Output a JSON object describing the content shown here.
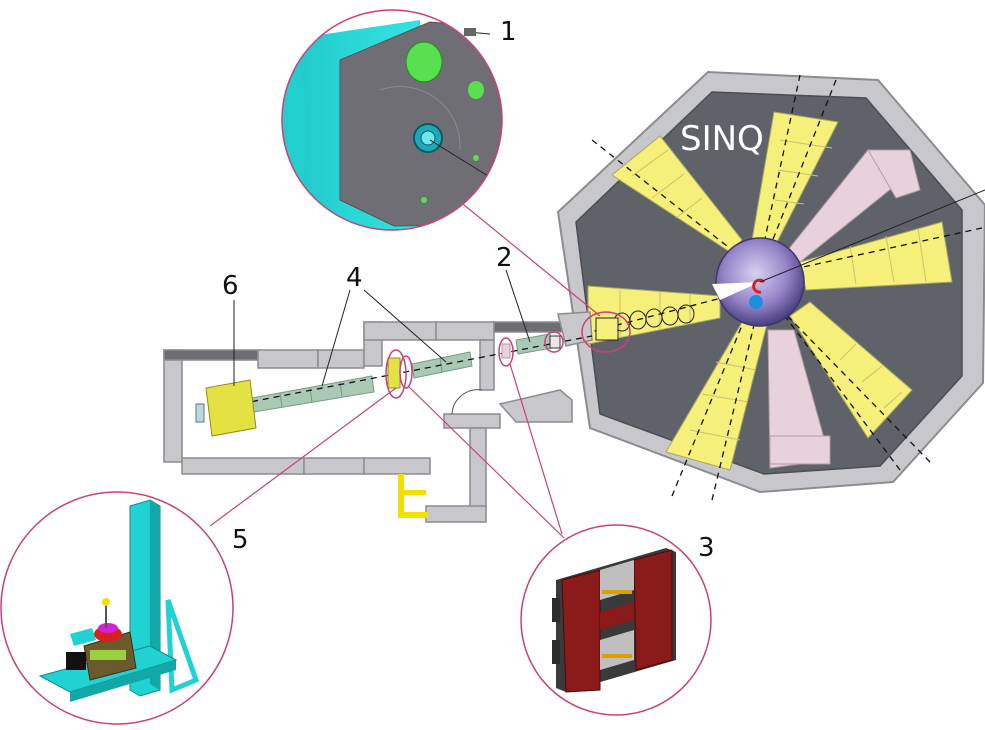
{
  "facility_label": "SINQ",
  "callouts": [
    "1",
    "2",
    "3",
    "4",
    "5",
    "6"
  ],
  "colors": {
    "wall": "#c8c8cc",
    "wall_edge": "#8c8c90",
    "reactor_floor": "#5f6369",
    "beam_yellow": "#f6f07a",
    "beam_pink": "#e7d2dc",
    "core": "#8a7ab8",
    "guide": "#a9c9b5",
    "callout_ring": "#cc3f7a",
    "cyan": "#20d2d2",
    "dark_red": "#8b1a1a"
  }
}
